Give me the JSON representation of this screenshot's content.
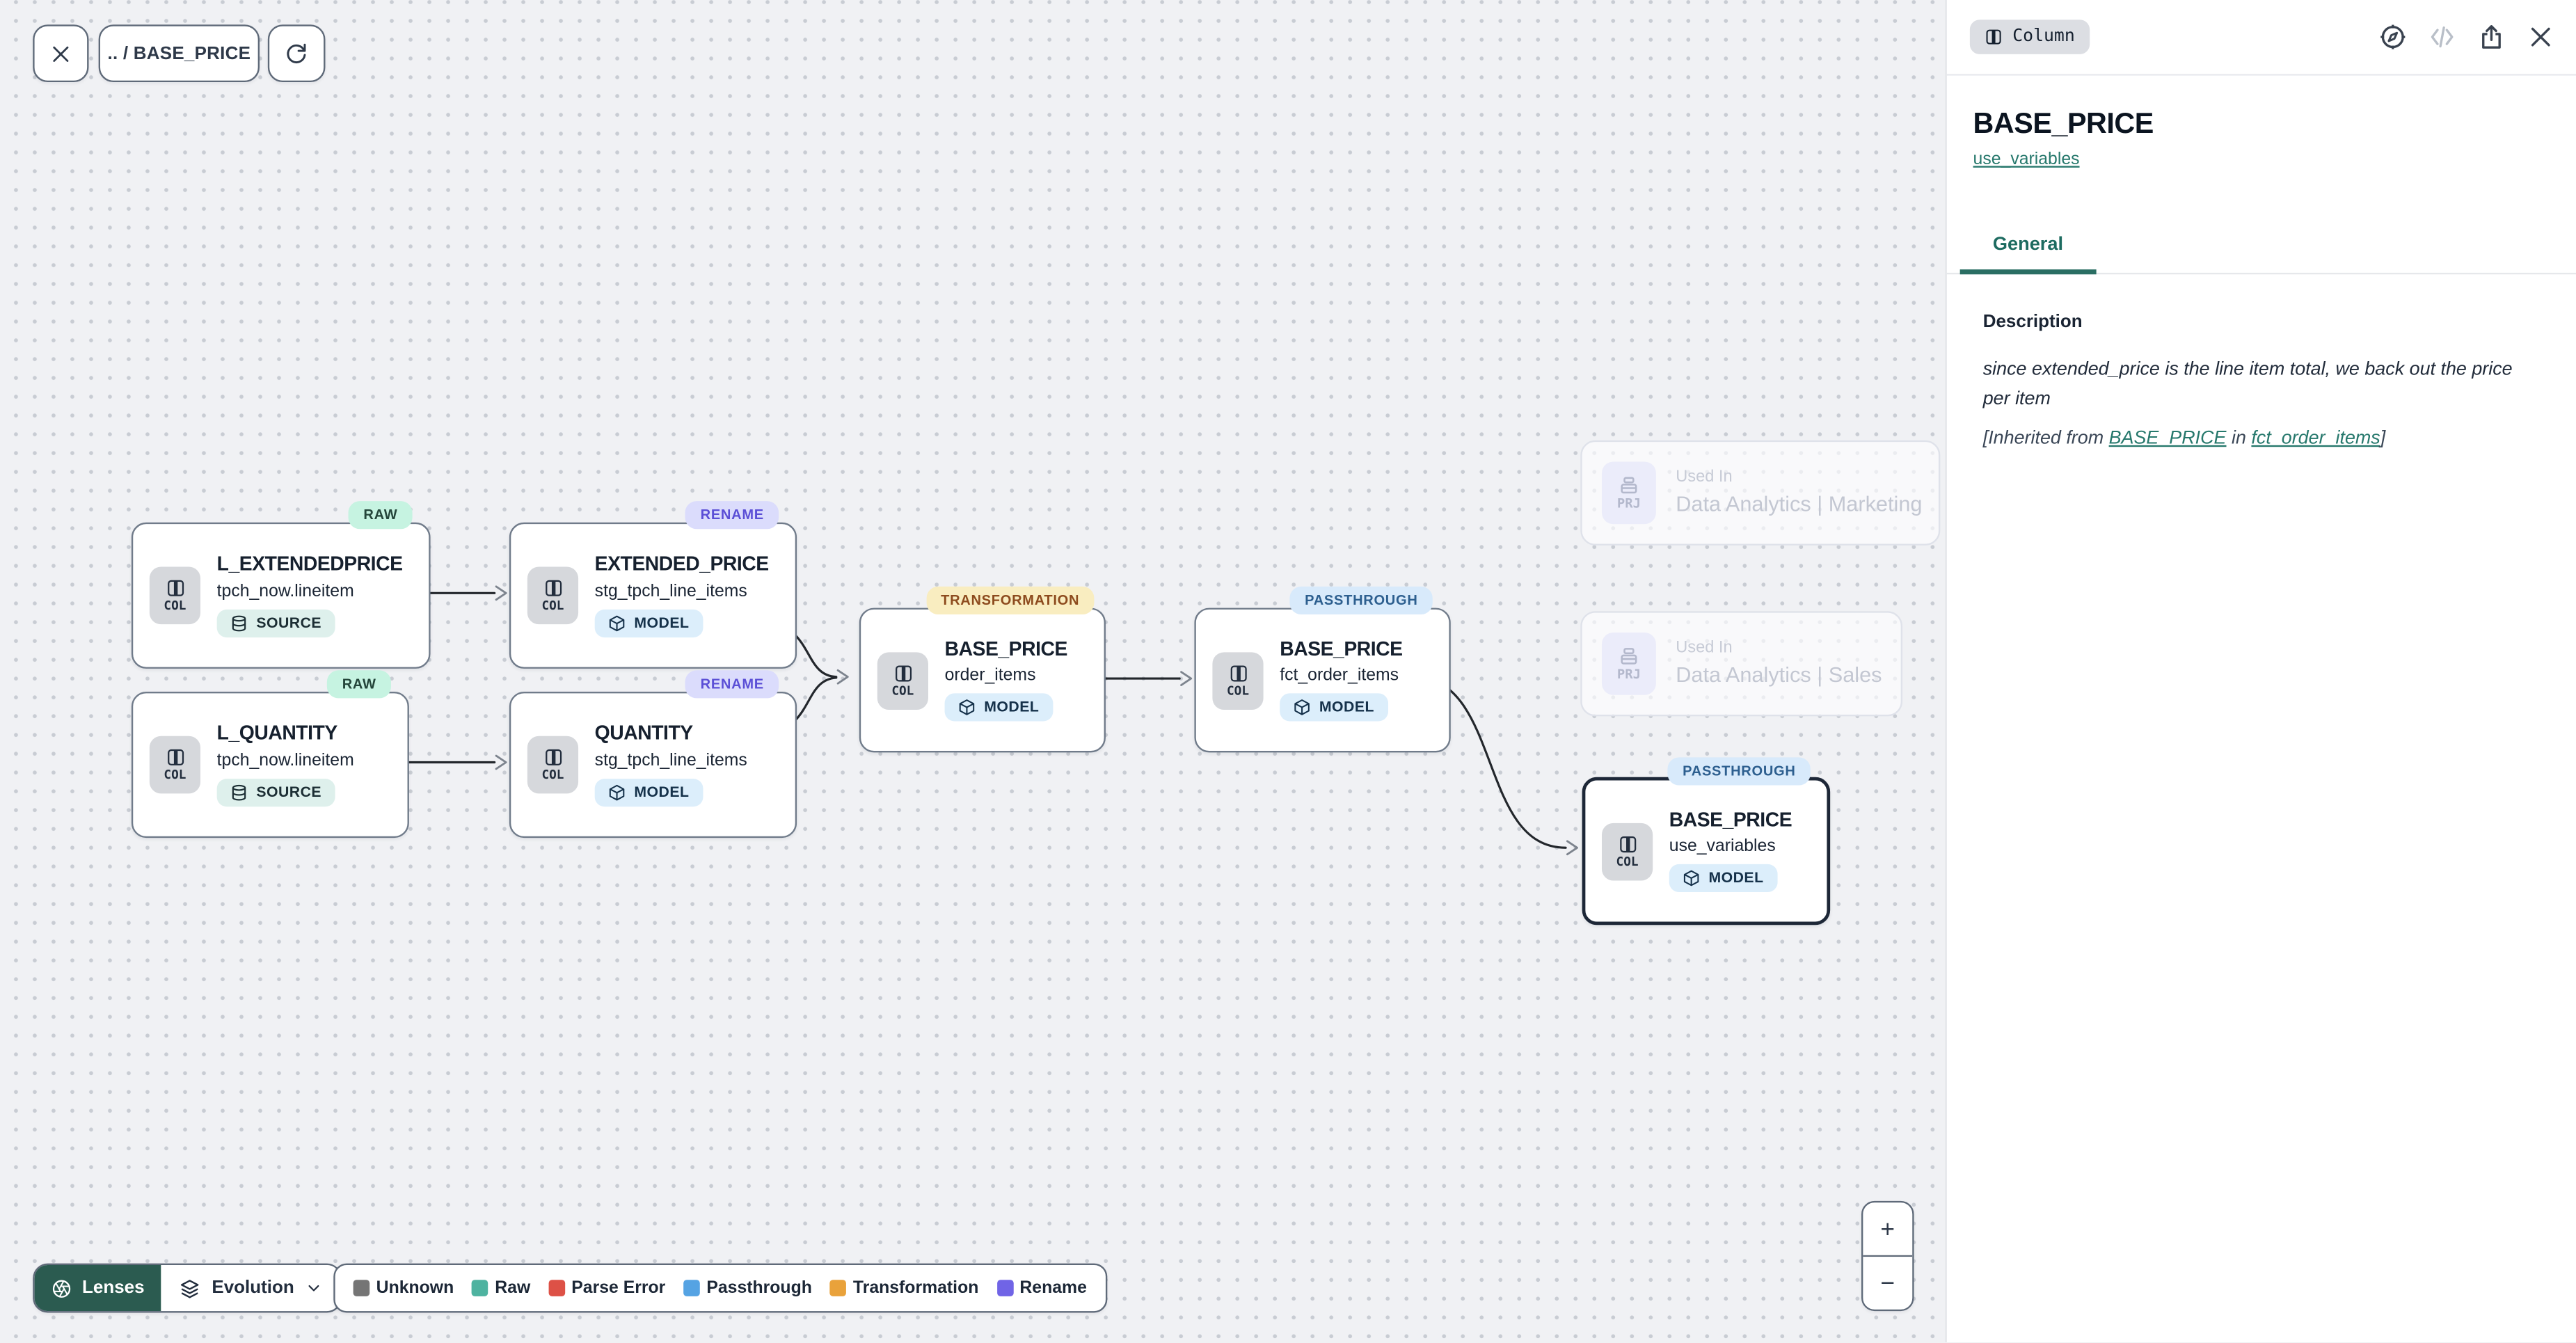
{
  "toolbar": {
    "breadcrumb": ".. / BASE_PRICE"
  },
  "canvas": {
    "nodes": [
      {
        "lens": "RAW",
        "chip": "COL",
        "title": "L_EXTENDEDPRICE",
        "subtitle": "tpch_now.lineitem",
        "type": "SOURCE"
      },
      {
        "lens": "RENAME",
        "chip": "COL",
        "title": "EXTENDED_PRICE",
        "subtitle": "stg_tpch_line_items",
        "type": "MODEL"
      },
      {
        "lens": "RAW",
        "chip": "COL",
        "title": "L_QUANTITY",
        "subtitle": "tpch_now.lineitem",
        "type": "SOURCE"
      },
      {
        "lens": "RENAME",
        "chip": "COL",
        "title": "QUANTITY",
        "subtitle": "stg_tpch_line_items",
        "type": "MODEL"
      },
      {
        "lens": "TRANSFORMATION",
        "chip": "COL",
        "title": "BASE_PRICE",
        "subtitle": "order_items",
        "type": "MODEL"
      },
      {
        "lens": "PASSTHROUGH",
        "chip": "COL",
        "title": "BASE_PRICE",
        "subtitle": "fct_order_items",
        "type": "MODEL"
      },
      {
        "lens": "PASSTHROUGH",
        "chip": "COL",
        "title": "BASE_PRICE",
        "subtitle": "use_variables",
        "type": "MODEL"
      }
    ],
    "used_in": [
      {
        "chip": "PRJ",
        "label": "Used In",
        "project": "Data Analytics | Marketing"
      },
      {
        "chip": "PRJ",
        "label": "Used In",
        "project": "Data Analytics | Sales"
      }
    ],
    "footer": {
      "lenses_label": "Lenses",
      "lens_mode": "Evolution"
    },
    "legend": {
      "items": [
        {
          "label": "Unknown",
          "color": "#757575"
        },
        {
          "label": "Raw",
          "color": "#4eb3a0"
        },
        {
          "label": "Parse Error",
          "color": "#dd5146"
        },
        {
          "label": "Passthrough",
          "color": "#55a3e3"
        },
        {
          "label": "Transformation",
          "color": "#e9a23b"
        },
        {
          "label": "Rename",
          "color": "#7064e6"
        }
      ]
    },
    "zoom_controls": {
      "zoom_in": "+",
      "zoom_out": "−"
    }
  },
  "panel": {
    "type_badge": "Column",
    "title": "BASE_PRICE",
    "subtitle_link": "use_variables",
    "tabs": [
      {
        "label": "General"
      }
    ],
    "description": {
      "heading": "Description",
      "text": "since extended_price is the line item total, we back out the price per item",
      "inherited_prefix": "[Inherited from ",
      "inherited_link_column": "BASE_PRICE",
      "inherited_mid": " in ",
      "inherited_link_model": "fct_order_items",
      "inherited_suffix": "]"
    }
  },
  "colors": {
    "accent_teal": "#26786c",
    "lenses_button_bg": "#2b5b50",
    "selected_node_border": "#1d2737",
    "canvas_bg": "#f0f1f4",
    "lens_badge_raw_bg": "#c6f3e1",
    "lens_badge_rename_bg": "#dbdcfc",
    "lens_badge_transformation_bg": "#f9edc0",
    "lens_badge_passthrough_bg": "#d8eafb"
  }
}
